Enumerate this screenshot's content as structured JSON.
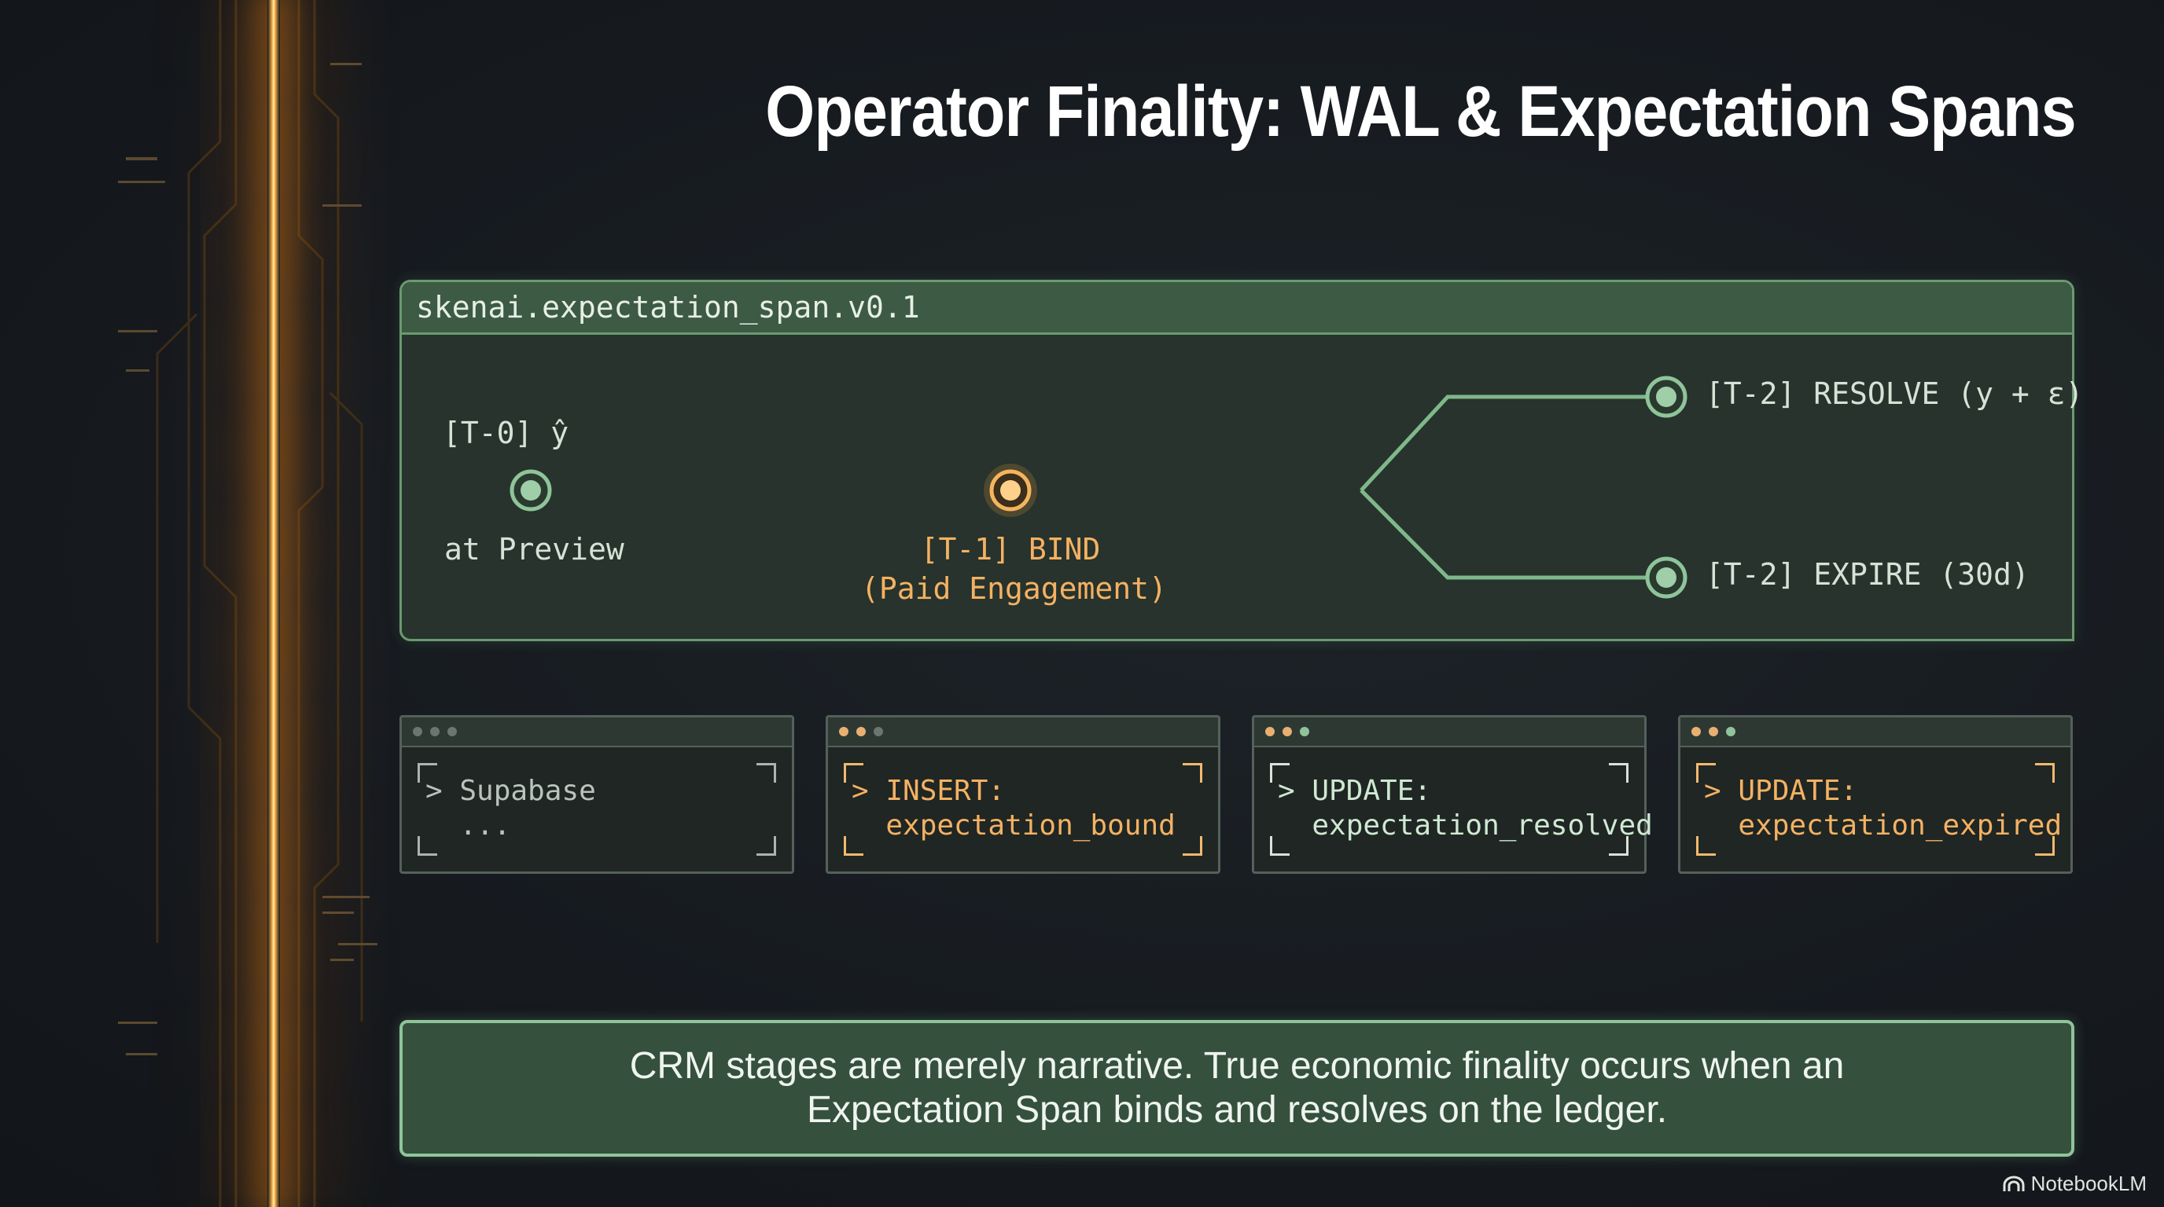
{
  "title": "Operator Finality: WAL & Expectation Spans",
  "panel": {
    "header": "skenai.expectation_span.v0.1",
    "t0_top": "[T-0] ŷ",
    "t0_bottom": "at Preview",
    "t1_line1": "[T-1] BIND",
    "t1_line2": "(Paid Engagement)",
    "resolve": "[T-2] RESOLVE (y + ε)",
    "expire": "[T-2] EXPIRE (30d)"
  },
  "cards": [
    {
      "line1": "> Supabase",
      "line2": "  ..."
    },
    {
      "line1": "> INSERT:",
      "line2": "  expectation_bound"
    },
    {
      "line1": "> UPDATE:",
      "line2": "  expectation_resolved"
    },
    {
      "line1": "> UPDATE:",
      "line2": "  expectation_expired"
    }
  ],
  "note": {
    "line1": "CRM stages are merely narrative. True economic finality occurs when an",
    "line2": "Expectation Span binds and resolves on the ledger."
  },
  "brand": "NotebookLM",
  "colors": {
    "accent_orange": "#f4b163",
    "accent_green": "#8fc49a",
    "background": "#161b20"
  }
}
